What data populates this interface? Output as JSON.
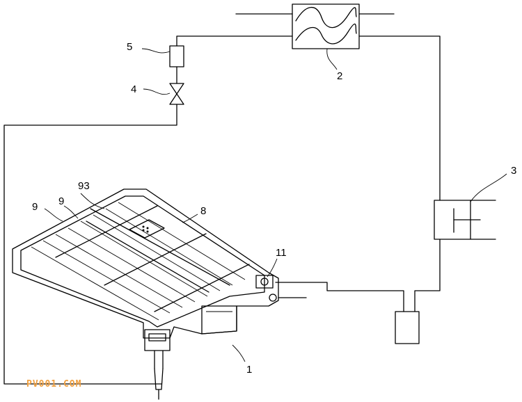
{
  "labels": {
    "l1": "1",
    "l2": "2",
    "l3": "3",
    "l4": "4",
    "l5": "5",
    "l8": "8",
    "l9a": "9",
    "l9b": "9",
    "l11": "11",
    "l93": "93"
  },
  "watermark": "PV001.COM",
  "colors": {
    "line": "#000000",
    "watermark": "#f0a040"
  }
}
